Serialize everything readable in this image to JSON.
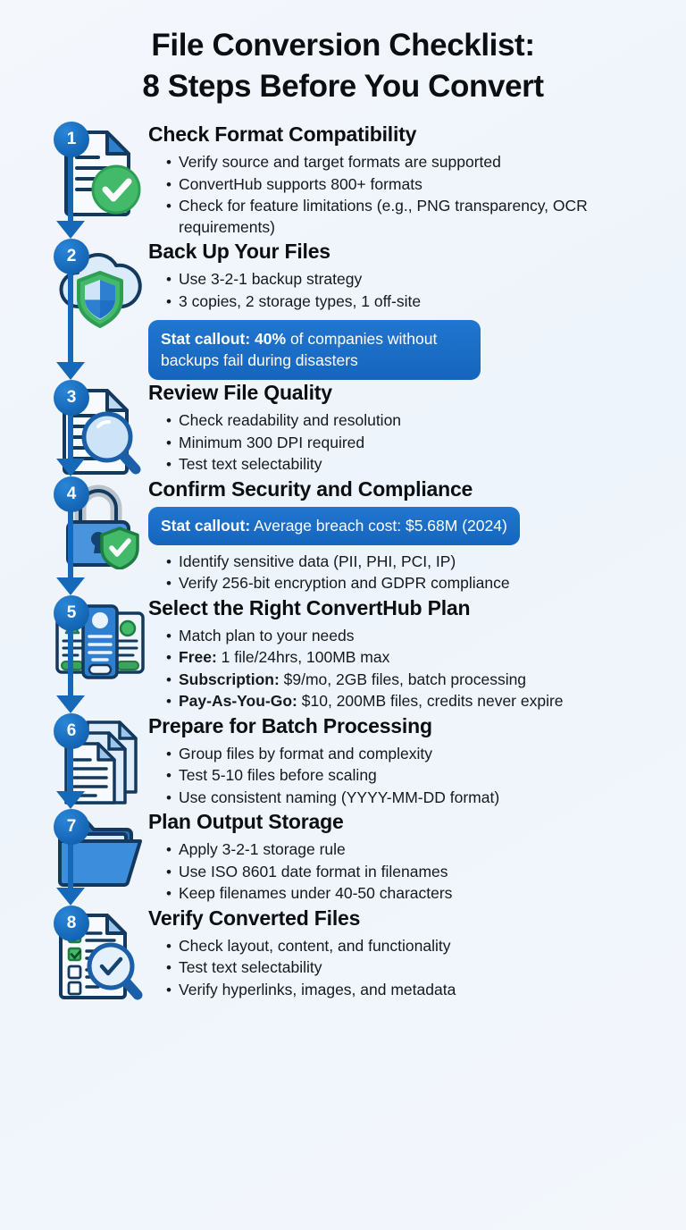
{
  "title": {
    "line1": "File Conversion Checklist:",
    "line2": "8 Steps Before You Convert"
  },
  "theme": {
    "background": "#f2f6fb",
    "accent_blue": "#1668b8",
    "callout_blue": "#1a6ec6",
    "icon_green": "#2e9e54",
    "icon_outline": "#14395e",
    "text": "#0c0f12"
  },
  "steps": [
    {
      "number": "1",
      "icon": "document-check-icon",
      "title": "Check Format Compatibility",
      "bullets": [
        {
          "lead": "",
          "text": "Verify source and target formats are supported"
        },
        {
          "lead": "",
          "text": "ConvertHub supports 800+ formats"
        },
        {
          "lead": "",
          "text": "Check for feature limitations (e.g., PNG transparency, OCR requirements)"
        }
      ],
      "callout": null,
      "callout_position": null
    },
    {
      "number": "2",
      "icon": "cloud-shield-icon",
      "title": "Back Up Your Files",
      "bullets": [
        {
          "lead": "",
          "text": "Use 3-2-1 backup strategy"
        },
        {
          "lead": "",
          "text": "3 copies, 2 storage types, 1 off-site"
        }
      ],
      "callout": {
        "lead": "Stat callout:",
        "bold": "40%",
        "text": "of companies without backups fail during disasters"
      },
      "callout_position": "below"
    },
    {
      "number": "3",
      "icon": "document-magnifier-icon",
      "title": "Review File Quality",
      "bullets": [
        {
          "lead": "",
          "text": "Check readability and resolution"
        },
        {
          "lead": "",
          "text": "Minimum 300 DPI required"
        },
        {
          "lead": "",
          "text": "Test text selectability"
        }
      ],
      "callout": null,
      "callout_position": null
    },
    {
      "number": "4",
      "icon": "lock-shield-icon",
      "title": "Confirm Security and Compliance",
      "bullets": [
        {
          "lead": "",
          "text": "Identify sensitive data (PII, PHI, PCI, IP)"
        },
        {
          "lead": "",
          "text": "Verify 256-bit encryption and GDPR compliance"
        }
      ],
      "callout": {
        "lead": "Stat callout:",
        "bold": "",
        "text": "Average breach cost: $5.68M (2024)"
      },
      "callout_position": "above"
    },
    {
      "number": "5",
      "icon": "pricing-plans-icon",
      "title": "Select the Right ConvertHub Plan",
      "bullets": [
        {
          "lead": "",
          "text": "Match plan to your needs"
        },
        {
          "lead": "Free:",
          "text": "1 file/24hrs, 100MB max"
        },
        {
          "lead": "Subscription:",
          "text": "$9/mo, 2GB files, batch processing"
        },
        {
          "lead": "Pay-As-You-Go:",
          "text": "$10, 200MB files, credits never expire"
        }
      ],
      "callout": null,
      "callout_position": null
    },
    {
      "number": "6",
      "icon": "stacked-documents-icon",
      "title": "Prepare for Batch Processing",
      "bullets": [
        {
          "lead": "",
          "text": "Group files by format and complexity"
        },
        {
          "lead": "",
          "text": "Test 5-10 files before scaling"
        },
        {
          "lead": "",
          "text": "Use consistent naming (YYYY-MM-DD format)"
        }
      ],
      "callout": null,
      "callout_position": null
    },
    {
      "number": "7",
      "icon": "open-folder-icon",
      "title": "Plan Output Storage",
      "bullets": [
        {
          "lead": "",
          "text": "Apply 3-2-1 storage rule"
        },
        {
          "lead": "",
          "text": "Use ISO 8601 date format in filenames"
        },
        {
          "lead": "",
          "text": "Keep filenames under 40-50 characters"
        }
      ],
      "callout": null,
      "callout_position": null
    },
    {
      "number": "8",
      "icon": "checklist-magnifier-icon",
      "title": "Verify Converted Files",
      "bullets": [
        {
          "lead": "",
          "text": "Check layout, content, and functionality"
        },
        {
          "lead": "",
          "text": "Test text selectability"
        },
        {
          "lead": "",
          "text": "Verify hyperlinks, images, and metadata"
        }
      ],
      "callout": null,
      "callout_position": null
    }
  ]
}
